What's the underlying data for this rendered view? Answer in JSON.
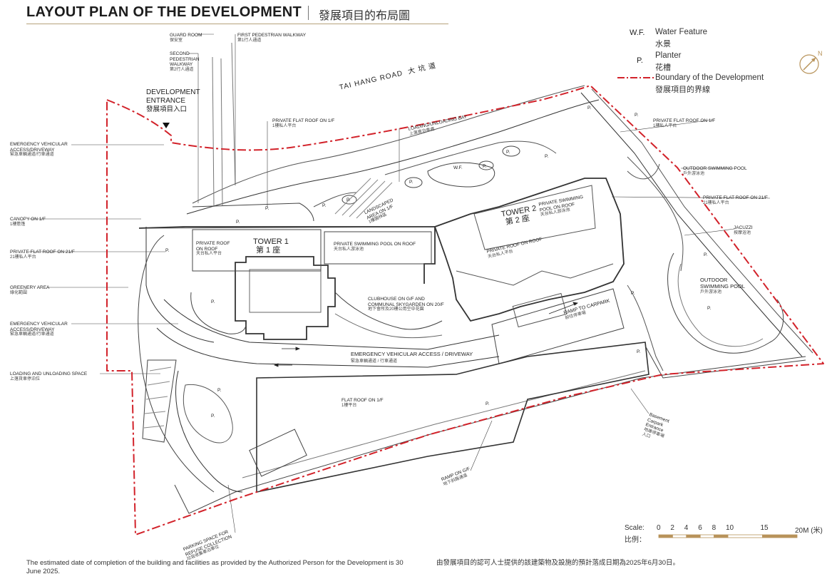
{
  "title": {
    "en": "LAYOUT PLAN OF THE DEVELOPMENT",
    "zh": "發展項目的布局圖"
  },
  "legend": {
    "wf_key": "W.F.",
    "wf_en": "Water Feature",
    "wf_zh": "水景",
    "p_key": "P.",
    "p_en": "Planter",
    "p_zh": "花槽",
    "boundary_en": "Boundary of the Development",
    "boundary_zh": "發展項目的界線",
    "boundary_color": "#d2222a"
  },
  "north_arrow": {
    "label": "N",
    "icon": "north-arrow-icon"
  },
  "road": {
    "en": "TAI HANG ROAD",
    "zh": "大 坑 道"
  },
  "entrance": {
    "en1": "DEVELOPMENT",
    "en2": "ENTRANCE",
    "zh": "發展項目入口"
  },
  "labels": {
    "guard_room": {
      "en": "GUARD ROOM",
      "zh": "保安室"
    },
    "second_walkway": {
      "en1": "SECOND",
      "en2": "PEDESTRIAN",
      "en3": "WALKWAY",
      "zh": "第2行人通道"
    },
    "first_walkway": {
      "en": "FIRST PEDESTRIAN WALKWAY",
      "zh": "第1行人通道"
    },
    "private_flat_roof_1f_top": {
      "en": "PRIVATE FLAT ROOF ON 1/F",
      "zh": "1樓私人平台"
    },
    "loading_bay": {
      "en": "LOADING/UNLOADING BAY",
      "zh": "上落貨泊車處"
    },
    "private_flat_roof_1f_right": {
      "en": "PRIVATE FLAT ROOF ON 1/F",
      "zh": "1樓私人平台"
    },
    "emergency_access_left": {
      "en1": "EMERGENCY VEHICULAR",
      "en2": "ACCESS/DRIVEWAY",
      "zh": "緊急車輛通道/行車通道"
    },
    "outdoor_pool_top": {
      "en": "OUTDOOR SWIMMING POOL",
      "zh": "戶外游泳池"
    },
    "private_flat_roof_21f_right": {
      "en": "PRIVATE FLAT ROOF ON 21/F",
      "zh": "21樓私人平台"
    },
    "canopy": {
      "en": "CANOPY ON 1/F",
      "zh": "1樓簷篷"
    },
    "landscaped_area": {
      "en1": "LANDSCAPED",
      "en2": "AREA ON 1/F",
      "zh": "1樓園林區"
    },
    "jacuzzi": {
      "en": "JACUZZI",
      "zh": "按摩浴池"
    },
    "tower1": {
      "en": "TOWER 1",
      "zh": "第 1 座"
    },
    "tower2": {
      "en": "TOWER 2",
      "zh": "第 2 座"
    },
    "private_pool_roof_t2": {
      "en1": "PRIVATE SWIMMING",
      "en2": "POOL ON ROOF",
      "zh": "天台私人游泳池"
    },
    "private_roof_t1": {
      "en1": "PRIVATE ROOF",
      "en2": "ON ROOF",
      "zh": "天台私人平台"
    },
    "private_pool_roof_t1": {
      "en": "PRIVATE SWIMMING POOL ON ROOF",
      "zh": "天台私人游泳池"
    },
    "private_roof_t2": {
      "en": "PRIVATE ROOF ON ROOF",
      "zh": "天台私人平台"
    },
    "private_flat_roof_21f_left": {
      "en": "PRIVATE FLAT ROOF ON 21/F",
      "zh": "21樓私人平台"
    },
    "outdoor_pool_right": {
      "en1": "OUTDOOR",
      "en2": "SWIMMING POOL",
      "zh": "戶外游泳池"
    },
    "greenery": {
      "en": "GREENERY AREA",
      "zh": "綠化範圍"
    },
    "clubhouse": {
      "en1": "CLUBHOUSE ON G/F AND",
      "en2": "COMMUNAL SKYGARDEN ON 20/F",
      "zh": "地下會所及20樓公用空中花園"
    },
    "ramp_carpark": {
      "en": "RAMP TO CARPARK",
      "zh": "前往停車場"
    },
    "emergency_access_mid": {
      "en1": "EMERGENCY VEHICULAR",
      "en2": "ACCESS/DRIVEWAY",
      "zh": "緊急車輛通道/行車通道"
    },
    "emergency_access_center": {
      "en": "EMERGENCY VEHICULAR ACCESS / DRIVEWAY",
      "zh": "緊急車輛通道 / 行車通道"
    },
    "loading_space": {
      "en": "LOADING AND UNLOADING SPACE",
      "zh": "上落貨車停泊位"
    },
    "flat_roof_1f": {
      "en": "FLAT ROOF ON 1/F",
      "zh": "1樓平台"
    },
    "basement_entrance": {
      "en1": "Basement",
      "en2": "Carpark",
      "en3": "Entrance",
      "zh1": "地庫停車場",
      "zh2": "入口"
    },
    "ramp_gf": {
      "en": "RAMP ON G/F",
      "zh": "地下斜路通道"
    },
    "parking_refuse": {
      "en1": "PARKING SPACE FOR",
      "en2": "REFUSE COLLECTION",
      "zh": "垃圾收集車泊車位"
    },
    "wf": "W.F.",
    "p": "P."
  },
  "scale": {
    "label_en": "Scale:",
    "label_zh": "比例：",
    "ticks": [
      "0",
      "2",
      "4",
      "6",
      "8",
      "10",
      "15",
      "20M (米)"
    ],
    "tick_values": [
      0,
      2,
      4,
      6,
      8,
      10,
      15,
      20
    ],
    "bar_color": "#b8935a"
  },
  "footnote": {
    "en": "The estimated date of completion of the building and facilities as provided by the Authorized Person for the Development is 30 June 2025.",
    "zh": "由發展項目的認可人士提供的該建築物及設施的預計落成日期為2025年6月30日。"
  }
}
